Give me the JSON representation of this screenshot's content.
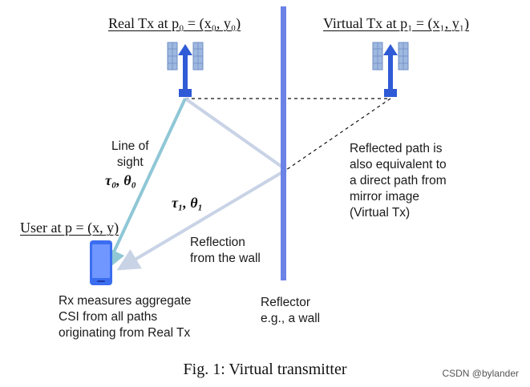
{
  "labels": {
    "real_tx": "Real Tx at p₀ = (x₀, y₀)",
    "virtual_tx": "Virtual Tx at p₁ = (x₁, y₁)",
    "user": "User at p = (x, y)",
    "los": [
      "Line of",
      "sight"
    ],
    "los_params": "τ₀, θ₀",
    "refl_params": "τ₁, θ₁",
    "reflection": [
      "Reflection",
      "from the wall"
    ],
    "reflected_path": [
      "Reflected path is",
      "also equivalent to",
      "a direct path from",
      "mirror image",
      "(Virtual Tx)"
    ],
    "rx_measures": [
      "Rx measures aggregate",
      "CSI from all paths",
      "originating from Real Tx"
    ],
    "reflector": [
      "Reflector",
      "e.g., a wall"
    ]
  },
  "caption": "Fig. 1: Virtual transmitter",
  "watermark": "CSDN @bylander",
  "colors": {
    "wall": "#6b82e6",
    "los_line": "#8fc7d6",
    "reflect_line": "#c9d3e6",
    "antenna_blue": "#2f5bd6",
    "panel": "#8aa9d8",
    "phone": "#3b6df0"
  }
}
